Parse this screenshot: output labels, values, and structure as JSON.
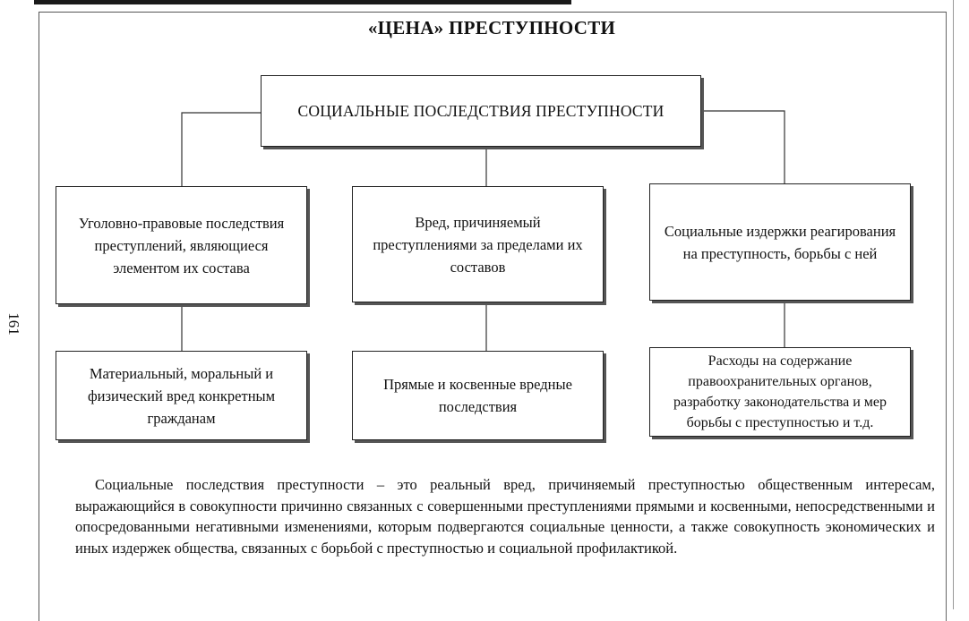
{
  "page_number": "161",
  "title": "«ЦЕНА» ПРЕСТУПНОСТИ",
  "root": "СОЦИАЛЬНЫЕ ПОСЛЕДСТВИЯ ПРЕСТУПНОСТИ",
  "branches": [
    {
      "label": "Уголовно-правовые последствия преступлений, являющиеся элементом их состава",
      "child": "Материальный, моральный и физический вред конкретным гражданам"
    },
    {
      "label": "Вред, причиняемый преступлениями за пределами их составов",
      "child": "Прямые и косвенные вредные последствия"
    },
    {
      "label": "Социальные издержки реагирования на преступность, борьбы с ней",
      "child": "Расходы на содержание правоохранительных органов, разработку законодательства и мер борьбы с преступностью и т.д."
    }
  ],
  "paragraph": "Социальные последствия преступности – это реальный вред, причиняемый преступностью общественным интересам, выражающийся в совокупности причинно связанных с совершенными преступлениями прямыми и косвенными, непосредственными и опосредованными негативными изменениями, которым подвергаются социальные ценности, а также совокупность экономических и иных издержек общества, связанных с борьбой с преступностью и социальной профилактикой."
}
